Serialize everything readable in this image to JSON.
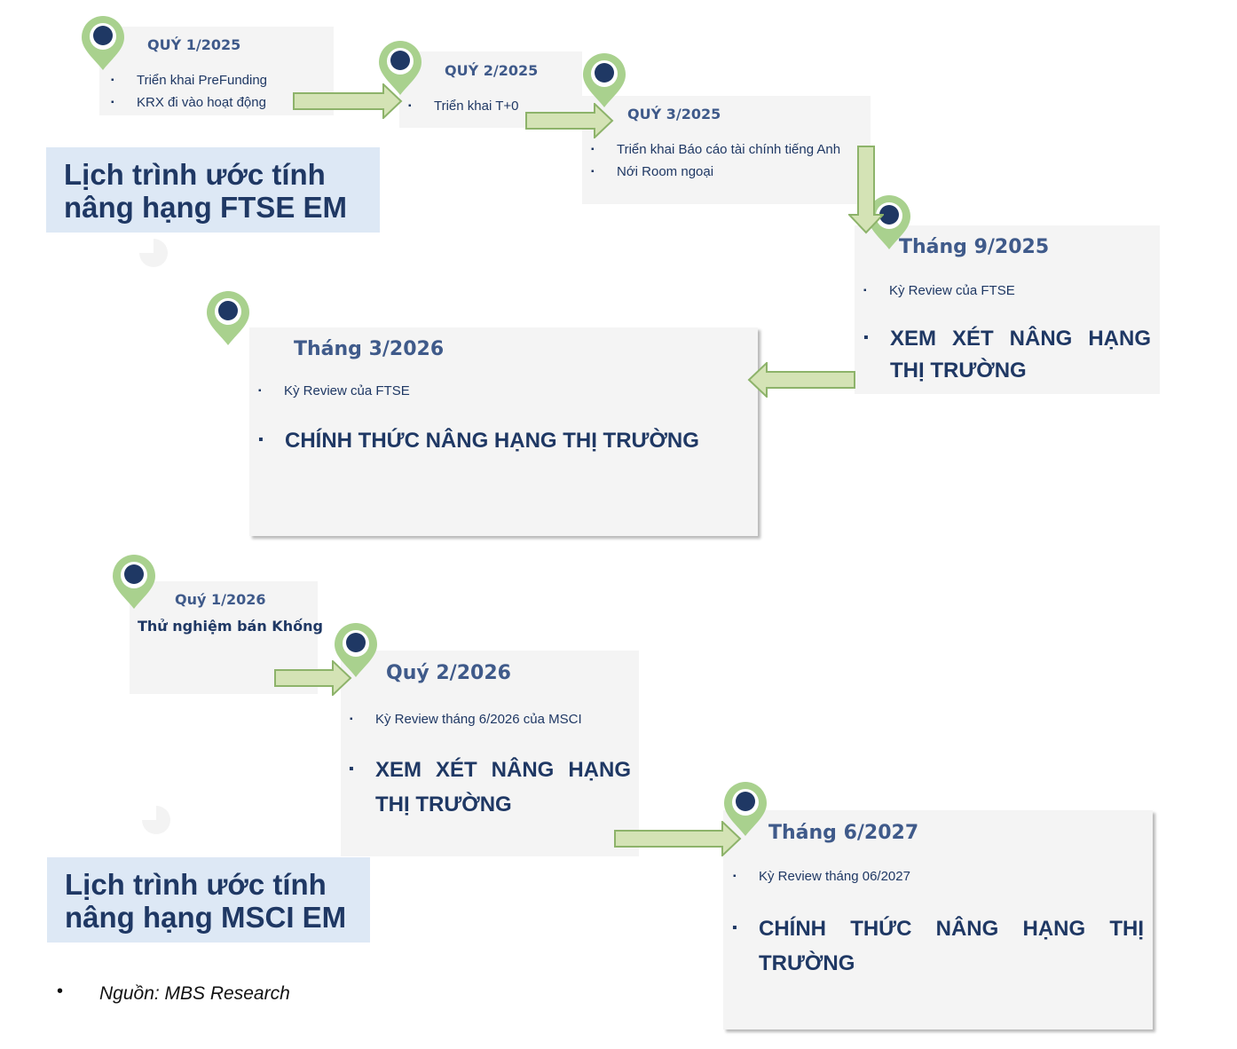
{
  "ftse": {
    "title_line1": "Lịch trình ước tính",
    "title_line2": "nâng hạng FTSE EM",
    "q1_2025": {
      "heading": "QUÝ 1/2025",
      "items": [
        "Triển khai PreFunding",
        "KRX đi vào hoạt động"
      ]
    },
    "q2_2025": {
      "heading": "QUÝ 2/2025",
      "items": [
        "Triển khai T+0"
      ]
    },
    "q3_2025": {
      "heading": "QUÝ 3/2025",
      "items": [
        "Triển khai Báo cáo tài chính tiếng Anh",
        "Nới Room ngoại"
      ]
    },
    "sep_2025": {
      "heading": "Tháng 9/2025",
      "item": "Kỳ Review của FTSE",
      "highlight_line1": "XEM XÉT NÂNG HẠNG",
      "highlight_line2": "THỊ TRƯỜNG"
    },
    "mar_2026": {
      "heading": "Tháng 3/2026",
      "item": "Kỳ Review của FTSE",
      "highlight": "CHÍNH THỨC NÂNG HẠNG THỊ TRƯỜNG"
    }
  },
  "msci": {
    "title_line1": "Lịch trình ước tính",
    "title_line2": "nâng hạng MSCI EM",
    "q1_2026": {
      "heading": "Quý 1/2026",
      "text": "Thử nghiệm bán Khống"
    },
    "q2_2026": {
      "heading": "Quý 2/2026",
      "item": "Kỳ Review tháng 6/2026 của MSCI",
      "highlight_line1": "XEM XÉT NÂNG HẠNG",
      "highlight_line2": "THỊ TRƯỜNG"
    },
    "jun_2027": {
      "heading": "Tháng 6/2027",
      "item": "Kỳ Review tháng 06/2027",
      "highlight_line1": "CHÍNH THỨC NÂNG HẠNG THỊ",
      "highlight_line2": "TRƯỜNG"
    }
  },
  "source": "Nguồn: MBS Research",
  "bullet_char": "▪",
  "colors": {
    "pin": "#a9d18e",
    "pin_dot": "#1f3864",
    "arrow_fill": "#d4e3b5",
    "arrow_stroke": "#8db36a",
    "title_bg": "#dde8f5",
    "text": "#1f3864",
    "heading": "#3f5a8a"
  }
}
